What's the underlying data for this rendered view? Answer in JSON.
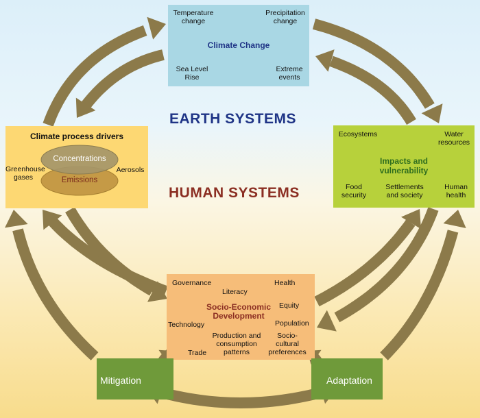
{
  "colors": {
    "arrow": "#8c7a4a",
    "earth_title": "#1f3486",
    "human_title": "#8b2e22",
    "climate_box": "#a9d7e4",
    "drivers_box": "#fdd873",
    "impacts_box": "#b7d13b",
    "socio_box": "#f6bd79",
    "response_box": "#6f9a3a"
  },
  "titles": {
    "earth": "EARTH SYSTEMS",
    "human": "HUMAN SYSTEMS"
  },
  "climate": {
    "title": "Climate Change",
    "temperature": [
      "Temperature",
      "change"
    ],
    "precipitation": [
      "Precipitation",
      "change"
    ],
    "sea_level": [
      "Sea Level",
      "Rise"
    ],
    "extreme": [
      "Extreme",
      "events"
    ]
  },
  "drivers": {
    "title": "Climate process drivers",
    "concentrations": "Concentrations",
    "emissions": "Emissions",
    "ghg": [
      "Greenhouse",
      "gases"
    ],
    "aerosols": "Aerosols"
  },
  "impacts": {
    "title": [
      "Impacts and",
      "vulnerability"
    ],
    "ecosystems": "Ecosystems",
    "water": [
      "Water",
      "resources"
    ],
    "food": [
      "Food",
      "security"
    ],
    "settlements": [
      "Settlements",
      "and society"
    ],
    "health": [
      "Human",
      "health"
    ]
  },
  "socio": {
    "title": [
      "Socio-Economic",
      "Development"
    ],
    "governance": "Governance",
    "literacy": "Literacy",
    "health": "Health",
    "equity": "Equity",
    "technology": "Technology",
    "population": "Population",
    "production": [
      "Production and",
      "consumption",
      "patterns"
    ],
    "sociocultural": [
      "Socio-",
      "cultural",
      "preferences"
    ],
    "trade": "Trade"
  },
  "responses": {
    "mitigation": "Mitigation",
    "adaptation": "Adaptation"
  }
}
